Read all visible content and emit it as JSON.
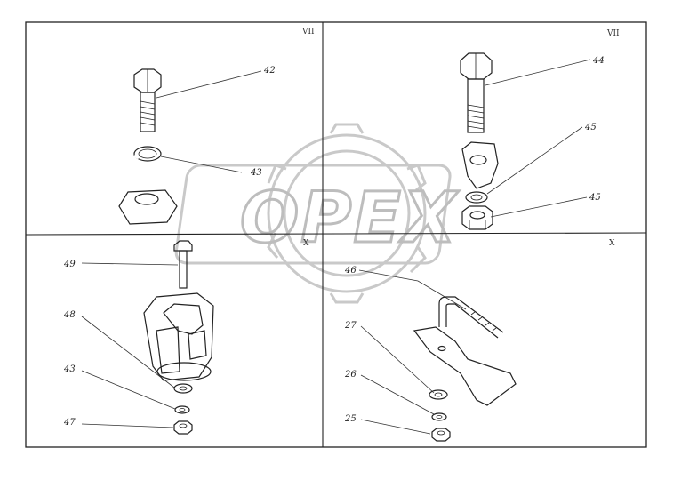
{
  "watermark": {
    "text": "OPEX"
  },
  "sections": {
    "top_left": "VII",
    "top_right": "VII",
    "center": "X",
    "bottom_right": "X"
  },
  "callouts": {
    "c42": "42",
    "c43_top": "43",
    "c44": "44",
    "c45_top": "45",
    "c45_bot": "45",
    "c49": "49",
    "c48": "48",
    "c43_bot": "43",
    "c47": "47",
    "c46": "46",
    "c27": "27",
    "c26": "26",
    "c25": "25"
  }
}
